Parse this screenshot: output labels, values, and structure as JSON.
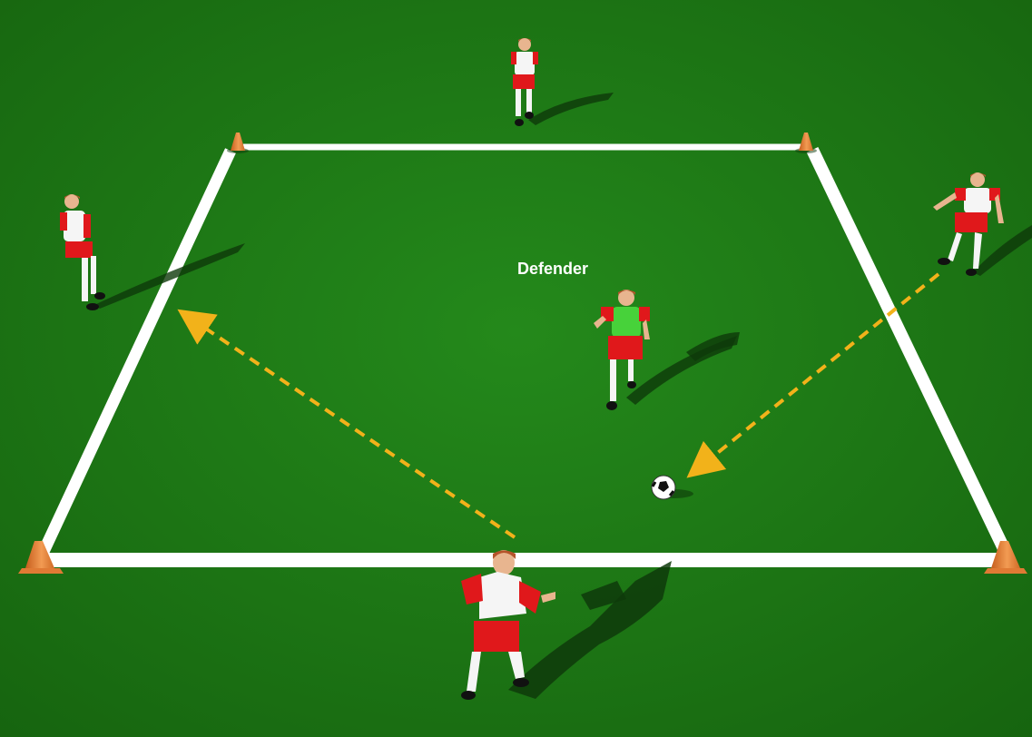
{
  "diagram": {
    "label_defender": "Defender",
    "colors": {
      "grass": "#1f7a17",
      "grass_dark": "#176312",
      "line": "#ffffff",
      "cone": "#f08a3c",
      "arrow": "#f2b21a",
      "shirt_red": "#e0181b",
      "shirt_white": "#f5f5f5",
      "bib_green": "#47d23a",
      "shadow": "#0e3a0a"
    },
    "players": [
      {
        "name": "player-top",
        "team": "attacker"
      },
      {
        "name": "player-left",
        "team": "attacker"
      },
      {
        "name": "player-right",
        "team": "attacker"
      },
      {
        "name": "player-bottom",
        "team": "attacker"
      },
      {
        "name": "defender",
        "team": "defender"
      }
    ],
    "cones": [
      "top-left",
      "top-right",
      "bottom-left",
      "bottom-right"
    ],
    "arrows": [
      "pass-to-left",
      "pass-to-ball"
    ]
  }
}
